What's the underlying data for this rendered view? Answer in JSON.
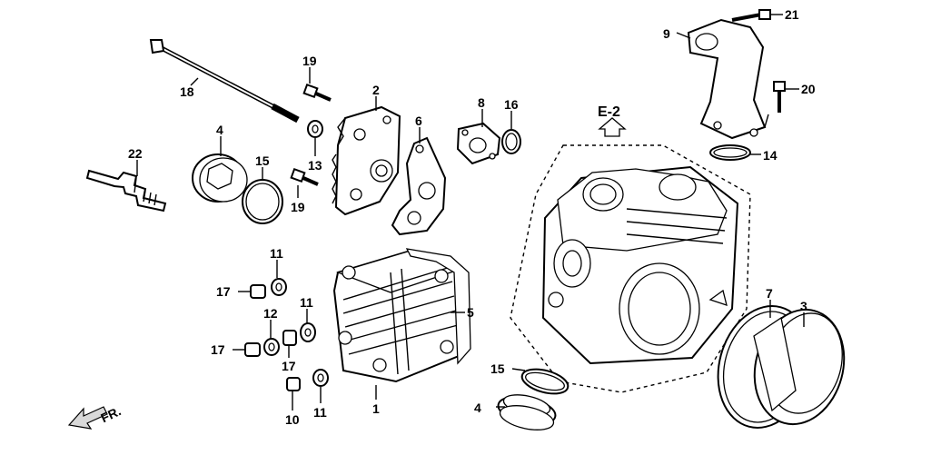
{
  "diagram": {
    "callouts": [
      {
        "id": "c1",
        "label": "1"
      },
      {
        "id": "c2",
        "label": "2"
      },
      {
        "id": "c3",
        "label": "3"
      },
      {
        "id": "c4a",
        "label": "4"
      },
      {
        "id": "c4b",
        "label": "4"
      },
      {
        "id": "c5",
        "label": "5"
      },
      {
        "id": "c6",
        "label": "6"
      },
      {
        "id": "c7",
        "label": "7"
      },
      {
        "id": "c8",
        "label": "8"
      },
      {
        "id": "c9",
        "label": "9"
      },
      {
        "id": "c10",
        "label": "10"
      },
      {
        "id": "c11a",
        "label": "11"
      },
      {
        "id": "c11b",
        "label": "11"
      },
      {
        "id": "c11c",
        "label": "11"
      },
      {
        "id": "c12",
        "label": "12"
      },
      {
        "id": "c13",
        "label": "13"
      },
      {
        "id": "c14",
        "label": "14"
      },
      {
        "id": "c15a",
        "label": "15"
      },
      {
        "id": "c15b",
        "label": "15"
      },
      {
        "id": "c16",
        "label": "16"
      },
      {
        "id": "c17a",
        "label": "17"
      },
      {
        "id": "c17b",
        "label": "17"
      },
      {
        "id": "c17c",
        "label": "17"
      },
      {
        "id": "c18",
        "label": "18"
      },
      {
        "id": "c19a",
        "label": "19"
      },
      {
        "id": "c19b",
        "label": "19"
      },
      {
        "id": "c20",
        "label": "20"
      },
      {
        "id": "c21",
        "label": "21"
      },
      {
        "id": "c22",
        "label": "22"
      }
    ],
    "reference_label": "E-2",
    "front_label": "FR."
  }
}
